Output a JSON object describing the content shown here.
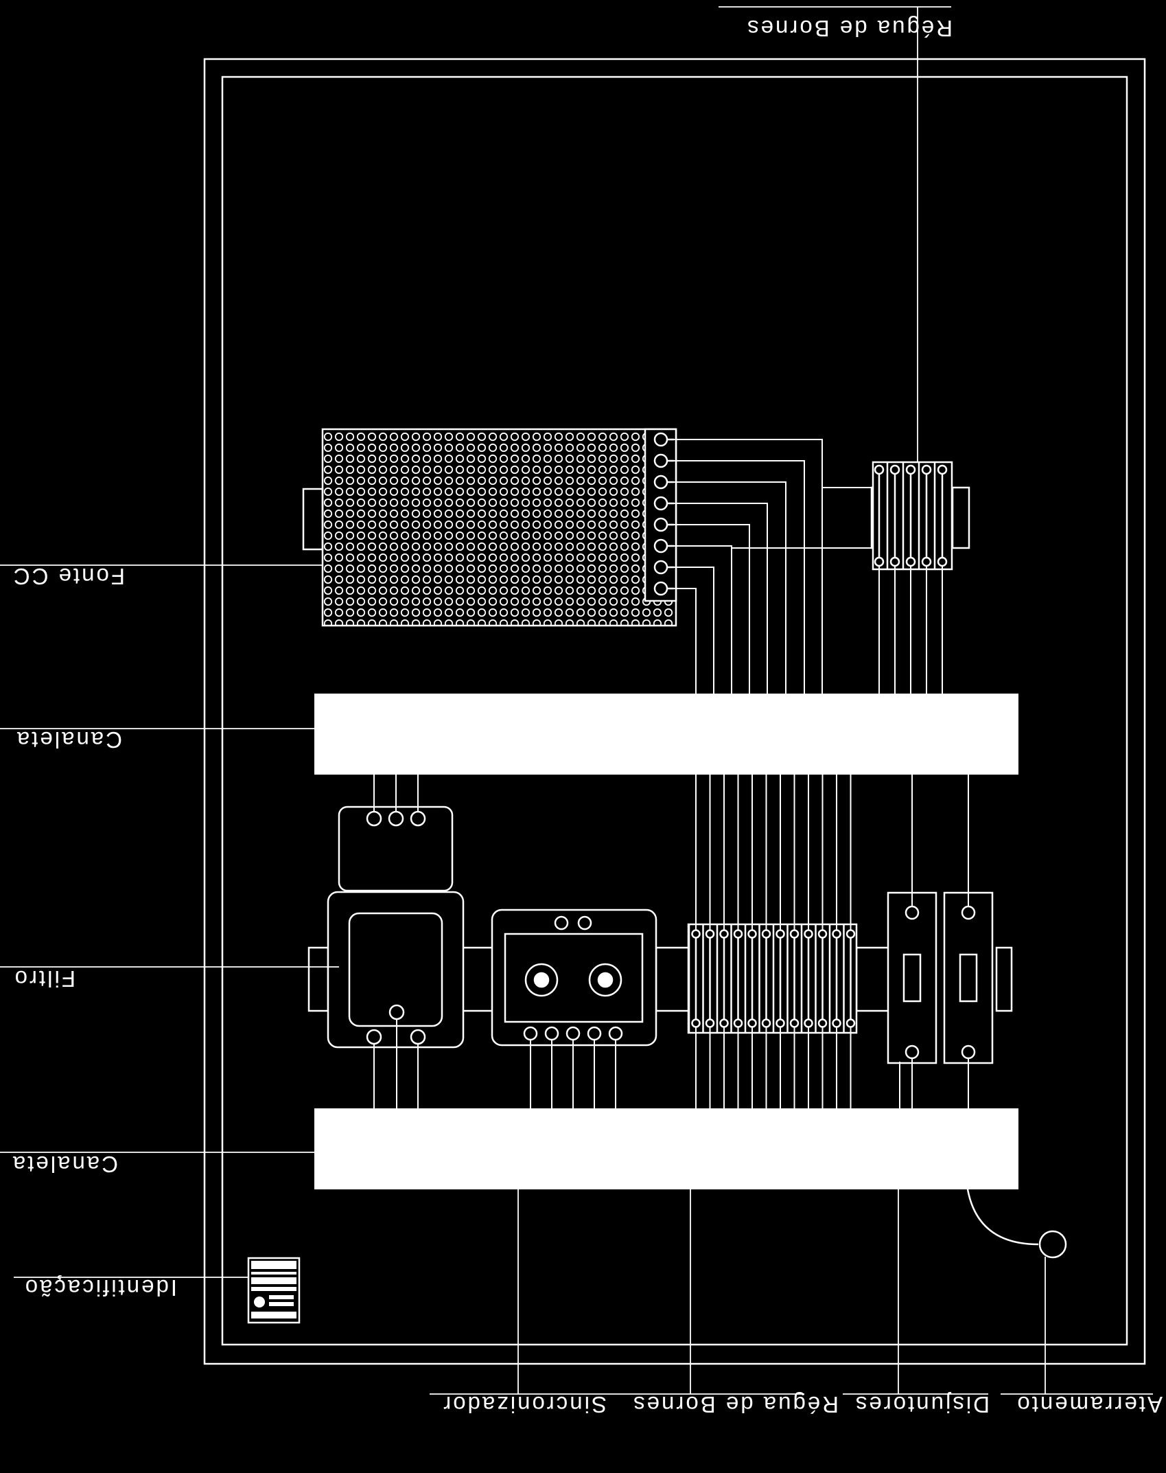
{
  "labels": {
    "regua_bornes_top": "Régua de Bornes",
    "fonte_cc": "Fonte CC",
    "canaleta_upper": "Canaleta",
    "filtro": "Filtro",
    "canaleta_lower": "Canaleta",
    "identificacao": "Identificação",
    "sincronizador": "Sincronizador",
    "regua_bornes_bottom": "Régua de Bornes",
    "disjuntores": "Disjuntores",
    "aterramento": "Aterramento"
  },
  "colors": {
    "background": "#000000",
    "foreground": "#ffffff"
  }
}
